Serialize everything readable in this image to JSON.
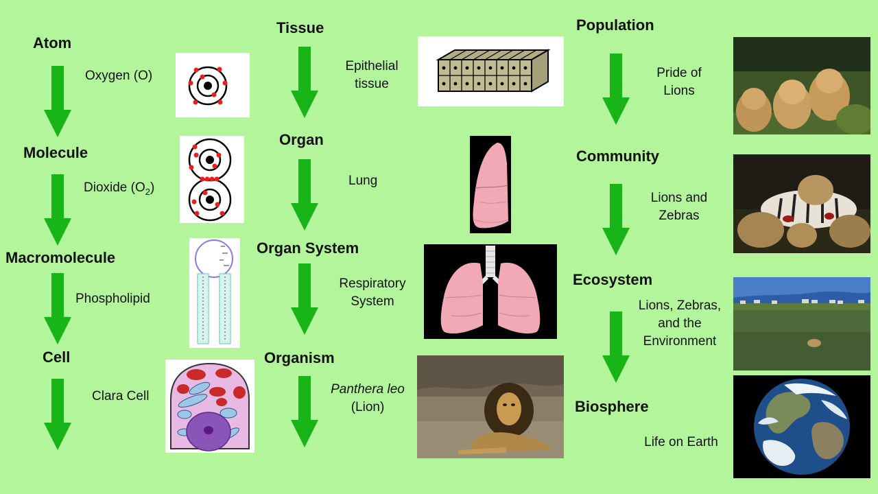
{
  "colors": {
    "background": "#b3f59a",
    "arrow": "#18b418",
    "electron": "#ee1c1c",
    "lung": "#f2a9b6"
  },
  "levels": {
    "atom": "Atom",
    "molecule": "Molecule",
    "macromolecule": "Macromolecule",
    "cell": "Cell",
    "tissue": "Tissue",
    "organ": "Organ",
    "organ_system": "Organ System",
    "organism": "Organism",
    "population": "Population",
    "community": "Community",
    "ecosystem": "Ecosystem",
    "biosphere": "Biosphere"
  },
  "examples": {
    "atom": "Oxygen  (O)",
    "molecule_prefix": "Dioxide  (O",
    "molecule_subscript": "2",
    "molecule_suffix": ")",
    "macromolecule": "Phospholipid",
    "cell": "Clara Cell",
    "tissue_line1": "Epithelial",
    "tissue_line2": "tissue",
    "organ": "Lung",
    "organ_system_line1": "Respiratory",
    "organ_system_line2": "System",
    "organism_line1": "Panthera leo",
    "organism_line2": "(Lion)",
    "population_line1": "Pride of",
    "population_line2": "Lions",
    "community_line1": "Lions and",
    "community_line2": "Zebras",
    "ecosystem_line1": "Lions, Zebras,",
    "ecosystem_line2": "and the",
    "ecosystem_line3": "Environment",
    "biosphere": "Life on Earth"
  },
  "images": [
    "oxygen-atom-icon",
    "oxygen-molecule-icon",
    "phospholipid-icon",
    "clara-cell-icon",
    "epithelial-tissue-icon",
    "lung-icon",
    "respiratory-system-icon",
    "lion-photo",
    "lion-pride-photo",
    "lions-and-zebras-photo",
    "savanna-ecosystem-photo",
    "earth-globe-photo"
  ]
}
